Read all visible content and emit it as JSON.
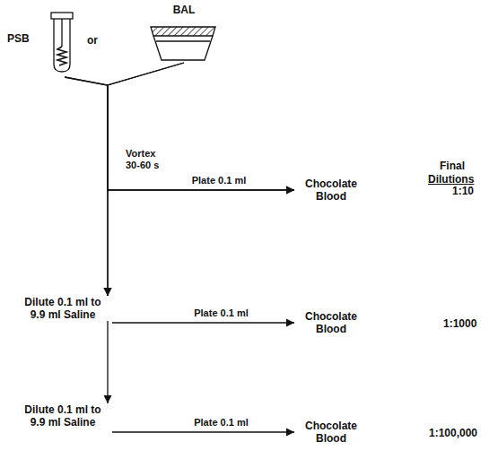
{
  "diagram": {
    "nodes": [
      {
        "text": [
          "PSB"
        ]
      },
      {
        "text": [
          "BAL"
        ]
      },
      {
        "text": [
          "Chocolate Blood"
        ]
      },
      {
        "text": [
          "Dilute 0.1 ml to 9.9 ml Saline"
        ]
      },
      {
        "text": [
          "Chocolate Blood"
        ]
      },
      {
        "text": [
          "Dilute 0.1 ml to 9.9 ml Saline"
        ]
      },
      {
        "text": [
          "Chocolate Blood"
        ]
      }
    ],
    "edges": [
      {
        "from": 0,
        "to": 2,
        "label": "Plate 0.1 ml",
        "arrow": "to"
      },
      {
        "from": 1,
        "to": 2,
        "arrow": "to"
      },
      {
        "from": 0,
        "to": 3,
        "label": "Vortex 30-60 s",
        "arrow": "to"
      },
      {
        "from": 1,
        "to": 3,
        "arrow": "to"
      },
      {
        "from": 3,
        "to": 4,
        "label": "Plate 0.1 ml",
        "arrow": "to"
      },
      {
        "from": 3,
        "to": 5,
        "arrow": "to"
      },
      {
        "from": 5,
        "to": 6,
        "label": "Plate 0.1 ml",
        "arrow": "to"
      }
    ],
    "labels": [
      "or",
      "Final",
      "Dilutions",
      "1:10",
      "1:1000",
      "1:100,000"
    ]
  }
}
